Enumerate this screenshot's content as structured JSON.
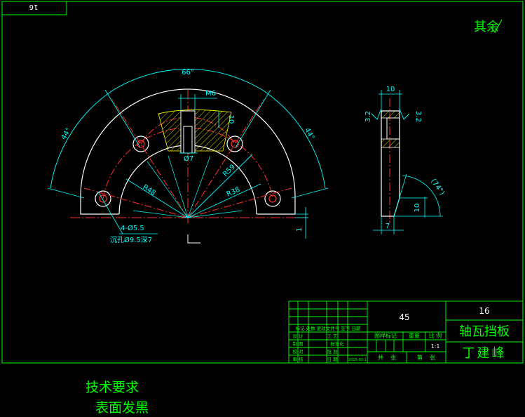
{
  "corner_tag": "16",
  "roughness_note": "其余",
  "dims": {
    "angle_top": "66°",
    "angle_left": "44°",
    "angle_right": "44°",
    "thread": "M6",
    "depth_10": "10",
    "hole_dia": "Ø7",
    "r48": "R48",
    "r59": "R59",
    "r38": "R38",
    "holes_count": "4-Ø5.5",
    "counterbore": "沉孔Ø9.5深7",
    "dim_1": "1",
    "side_width": "10",
    "rough_left": "3.2",
    "rough_right": "3.2",
    "side_10": "10",
    "side_7": "7",
    "side_angle": "(74°)"
  },
  "title_block": {
    "quantity": "45",
    "drawing_no": "16",
    "part_name": "轴瓦挡板",
    "designer_name": "丁建峰",
    "scale": "1:1",
    "rev_header": "标记 处数 更改文件号 签字 日期",
    "label_design": "设 计",
    "label_process": "工 艺",
    "label_draw": "制 图",
    "label_std": "标准化",
    "label_check": "校 对",
    "label_approve": "批 准",
    "label_audit": "审 核",
    "label_date": "日 期",
    "date_value": "2015-01-1",
    "label_stage": "图样标记",
    "label_weight": "重量",
    "label_scale": "比 例",
    "label_total": "共    张",
    "label_sheet": "第    张"
  },
  "tech_req": {
    "title": "技术要求",
    "item": "表面发黑"
  }
}
